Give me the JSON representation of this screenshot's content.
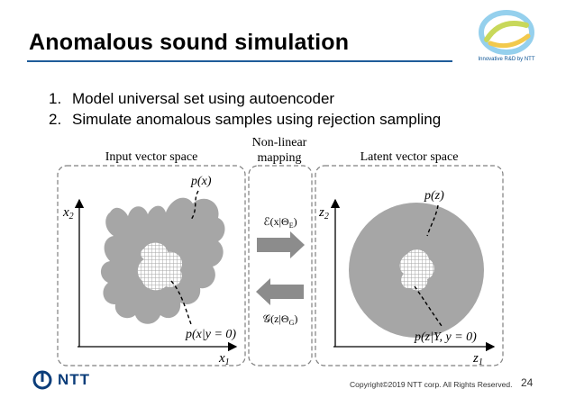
{
  "slide": {
    "title": "Anomalous sound simulation",
    "page_number": "24",
    "copyright": "Copyright©2019  NTT corp. All Rights Reserved.",
    "brand_logo_text": "NTT",
    "badge_text": "Innovative R&D by NTT"
  },
  "bullets": [
    {
      "num": "1.",
      "text": "Model universal set using autoencoder"
    },
    {
      "num": "2.",
      "text": "Simulate anomalous samples using rejection sampling"
    }
  ],
  "diagram": {
    "input_space_title": "Input vector space",
    "mapping_title_line1": "Non-linear",
    "mapping_title_line2": "mapping",
    "latent_space_title": "Latent vector space",
    "input": {
      "y_axis_label": "x",
      "y_axis_sub": "2",
      "x_axis_label": "x",
      "x_axis_sub": "1",
      "dist_label": "p(x)",
      "cond_label": "p(x|y = 0)"
    },
    "encoder_label": "ℰ(x|Θ",
    "encoder_sub": "E",
    "decoder_label": "𝒢(z|Θ",
    "decoder_sub": "G",
    "latent": {
      "y_axis_label": "z",
      "y_axis_sub": "2",
      "x_axis_label": "z",
      "x_axis_sub": "1",
      "dist_label": "p(z)",
      "cond_label": "p(z|Υ, y = 0)"
    },
    "colors": {
      "region": "#a6a6a6",
      "arrow": "#8c8c8c",
      "dashed_border": "#7f7f7f",
      "title_rule": "#1f5c99"
    }
  }
}
